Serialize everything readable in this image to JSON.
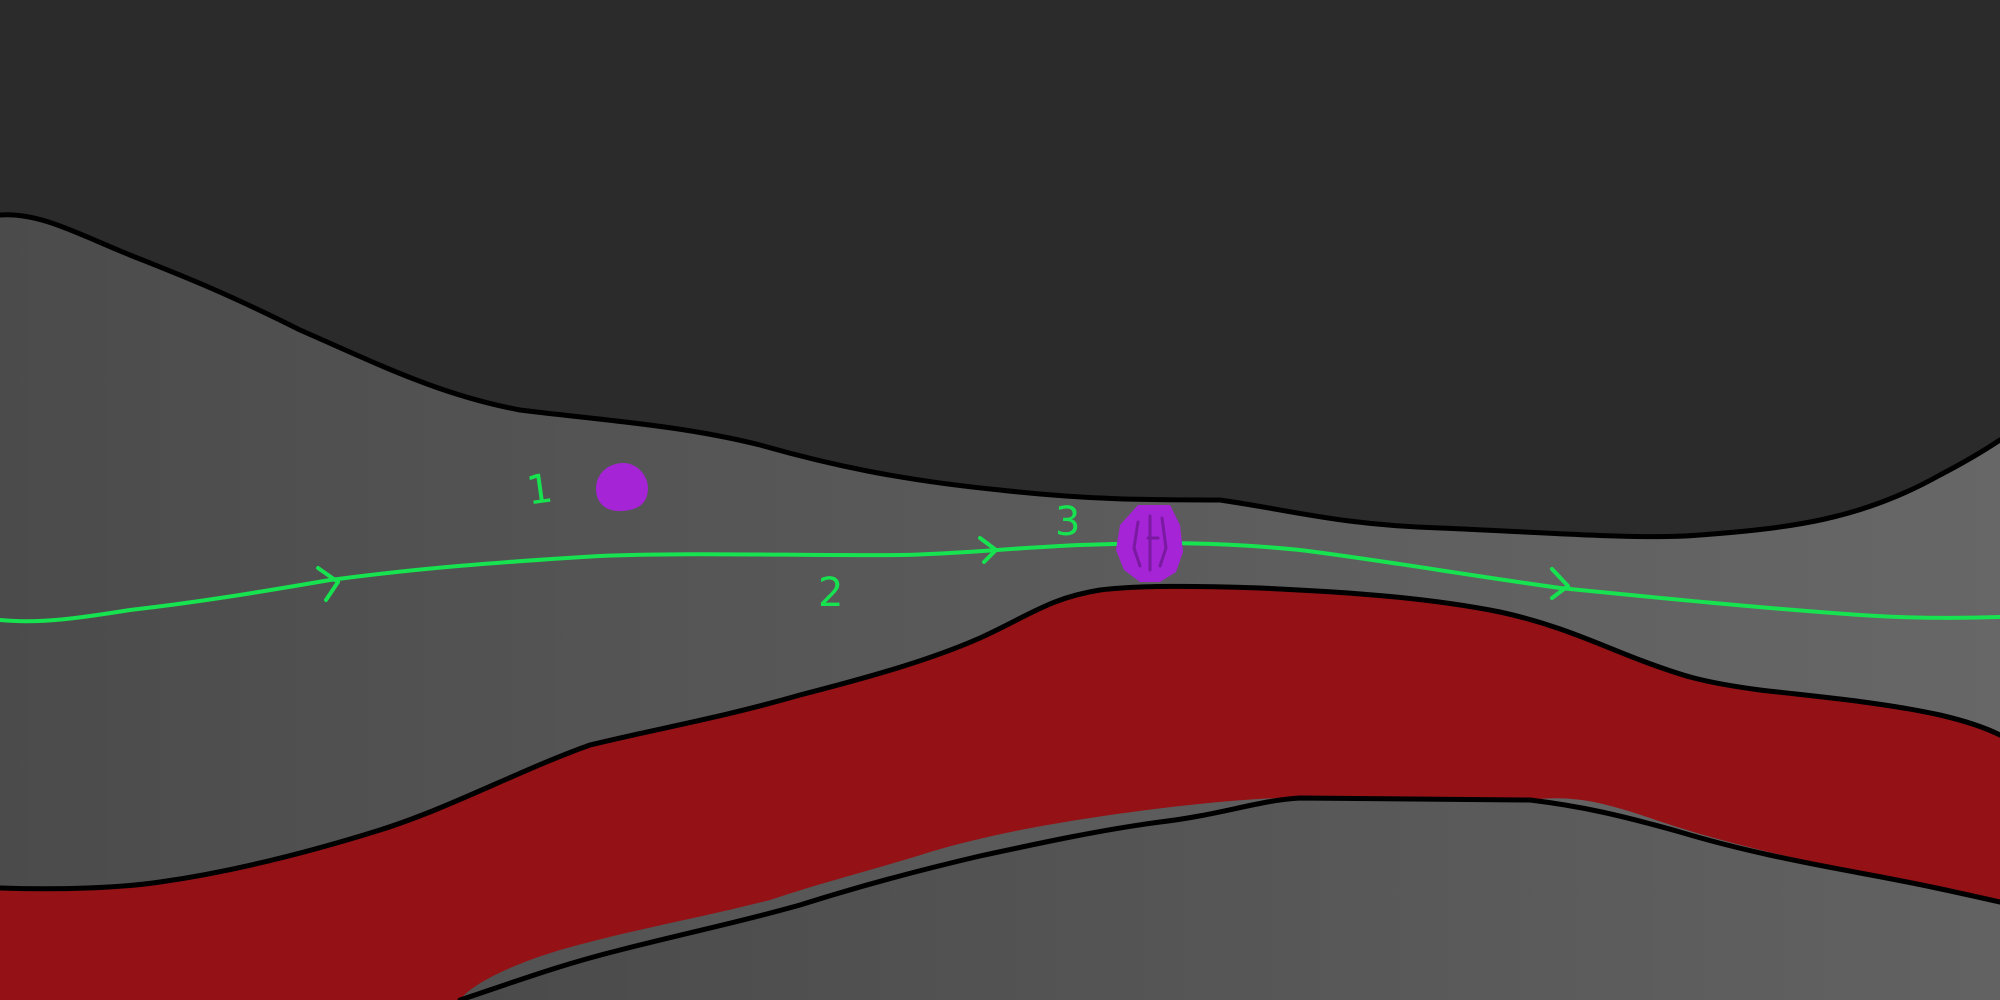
{
  "colors": {
    "top_region": "#2b2b2b",
    "middle_band": "#555555",
    "red_band": "#941215",
    "bottom_region": "#5a5a5a",
    "outline": "#000000",
    "flow_line": "#16e34f",
    "particle": "#a424d6"
  },
  "labels": {
    "label_1": "1",
    "label_2": "2",
    "label_3": "3"
  },
  "icons": {
    "arrow": "arrowhead-icon",
    "particle": "purple-dot-icon"
  }
}
